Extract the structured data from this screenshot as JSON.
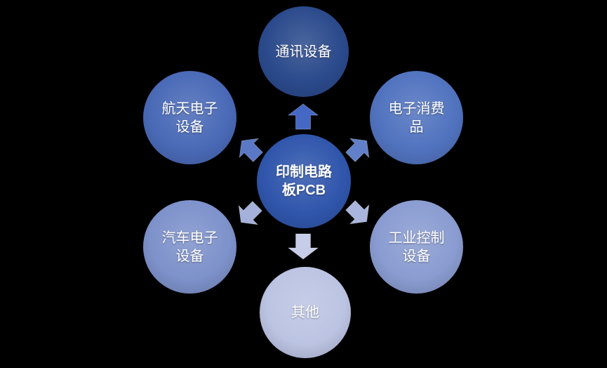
{
  "diagram": {
    "type": "radial-spoke-diagram",
    "center": {
      "label": "印制电路板PCB",
      "lines": [
        "印制电路",
        "板PCB"
      ]
    },
    "nodes": [
      {
        "id": "communication-equipment",
        "position": "top",
        "label": "通讯设备",
        "lines": [
          "通讯设备"
        ]
      },
      {
        "id": "aerospace-electronics",
        "position": "upper-left",
        "label": "航天电子设备",
        "lines": [
          "航天电子",
          "设备"
        ]
      },
      {
        "id": "consumer-electronics",
        "position": "upper-right",
        "label": "电子消费品",
        "lines": [
          "电子消费",
          "品"
        ]
      },
      {
        "id": "automotive-electronics",
        "position": "lower-left",
        "label": "汽车电子设备",
        "lines": [
          "汽车电子",
          "设备"
        ]
      },
      {
        "id": "industrial-control",
        "position": "lower-right",
        "label": "工业控制设备",
        "lines": [
          "工业控制",
          "设备"
        ]
      },
      {
        "id": "other",
        "position": "bottom",
        "label": "其他",
        "lines": [
          "其他"
        ]
      }
    ],
    "arrows": [
      {
        "direction": "up"
      },
      {
        "direction": "up-left"
      },
      {
        "direction": "up-right"
      },
      {
        "direction": "down-left"
      },
      {
        "direction": "down-right"
      },
      {
        "direction": "down"
      }
    ]
  },
  "colors": {
    "background": "#000000",
    "text": "#ffffff",
    "node-top": "#2b4a8c",
    "node-upper-left": "#4a6ab7",
    "node-upper-right": "#5173bf",
    "node-center": "#3056ac",
    "node-lower-left": "#7e92cb",
    "node-lower-right": "#8a9cd1",
    "node-bottom": "#bcc4e3",
    "arrow-up": "#4468c4",
    "arrow-up-left": "#5a78c6",
    "arrow-up-right": "#6280ca",
    "arrow-down-left": "#a5b1da",
    "arrow-down-right": "#a9b5dc",
    "arrow-down": "#c7cde9"
  }
}
